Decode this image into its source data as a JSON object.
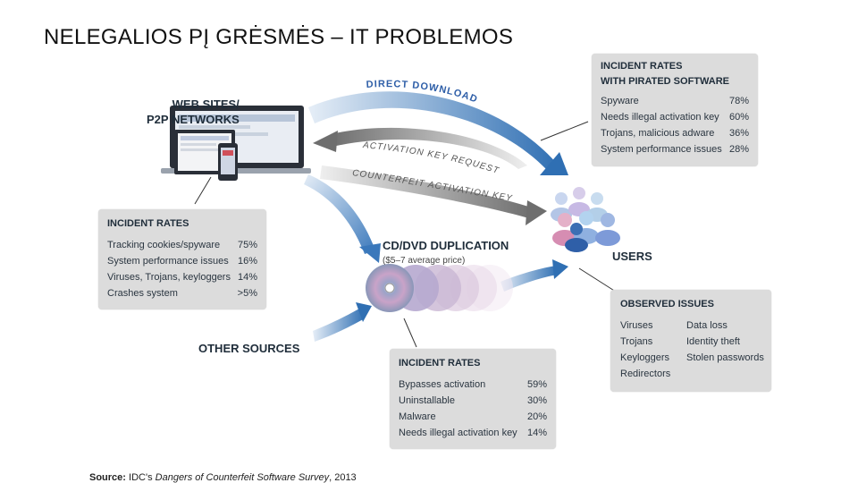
{
  "title": "NELEGALIOS PĮ GRĖSMĖS – IT PROBLEMOS",
  "labels": {
    "websites_line1": "WEB SITES/",
    "websites_line2": "P2P NETWORKS",
    "direct_download": "DIRECT DOWNLOAD",
    "activation_request": "ACTIVATION KEY REQUEST",
    "counterfeit_key": "COUNTERFEIT ACTIVATION KEY",
    "cd_dup": "CD/DVD DUPLICATION",
    "cd_price": "($5–7 average price)",
    "users": "USERS",
    "other_sources": "OTHER SOURCES"
  },
  "boxes": {
    "pirated": {
      "heading1": "INCIDENT RATES",
      "heading2": "WITH PIRATED SOFTWARE",
      "rows": [
        {
          "label": "Spyware",
          "value": "78%"
        },
        {
          "label": "Needs illegal activation key",
          "value": "60%"
        },
        {
          "label": "Trojans, malicious adware",
          "value": "36%"
        },
        {
          "label": "System performance issues",
          "value": "28%"
        }
      ]
    },
    "websites": {
      "heading": "INCIDENT RATES",
      "rows": [
        {
          "label": "Tracking cookies/spyware",
          "value": "75%"
        },
        {
          "label": "System performance issues",
          "value": "16%"
        },
        {
          "label": "Viruses, Trojans, keyloggers",
          "value": "14%"
        },
        {
          "label": "Crashes system",
          "value": ">5%"
        }
      ]
    },
    "cd": {
      "heading": "INCIDENT RATES",
      "rows": [
        {
          "label": "Bypasses activation",
          "value": "59%"
        },
        {
          "label": "Uninstallable",
          "value": "30%"
        },
        {
          "label": "Malware",
          "value": "20%"
        },
        {
          "label": "Needs illegal activation key",
          "value": "14%"
        }
      ]
    },
    "observed": {
      "heading": "OBSERVED ISSUES",
      "col1": [
        "Viruses",
        "Trojans",
        "Keyloggers",
        "Redirectors"
      ],
      "col2": [
        "Data loss",
        "Identity theft",
        "Stolen passwords"
      ]
    }
  },
  "source": {
    "prefix": "Source:",
    "org": "IDC's",
    "title": "Dangers of Counterfeit Software Survey",
    "year": "2013"
  },
  "colors": {
    "arrow_blue": "#2f6fb3",
    "arrow_gray": "#7a7a7a",
    "box_bg": "#dcdcdc"
  }
}
